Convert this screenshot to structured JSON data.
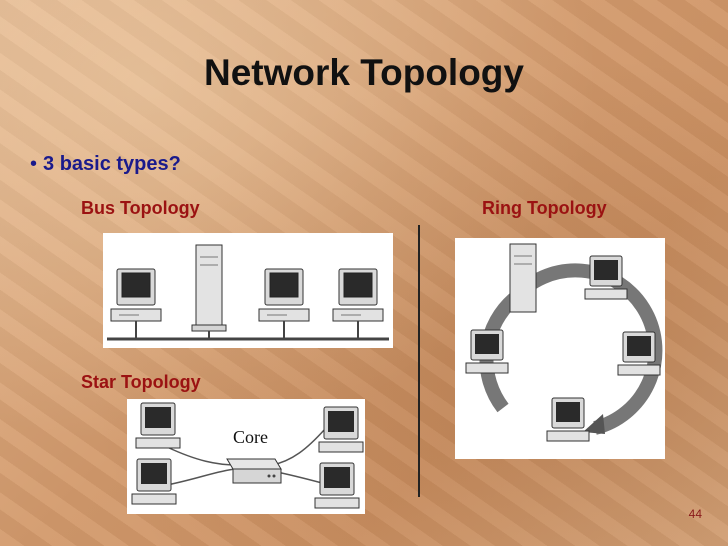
{
  "slide": {
    "title": "Network Topology",
    "bullet": "3 basic types?",
    "bullet_marker": "•",
    "page_number": "44"
  },
  "diagrams": {
    "bus_label": "Bus Topology",
    "ring_label": "Ring Topology",
    "star_label": "Star Topology",
    "core_label": "Core"
  },
  "colors": {
    "title": "#111111",
    "bullet": "#1a1a8c",
    "sublabel": "#9b1212"
  },
  "icons": [
    "computer-icon",
    "server-icon",
    "hub-icon",
    "arrow-icon"
  ]
}
